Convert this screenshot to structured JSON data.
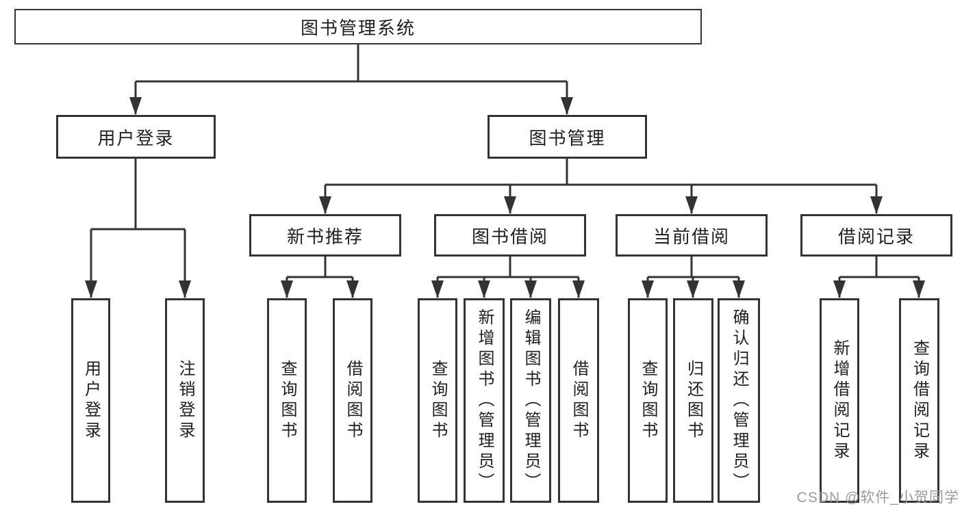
{
  "colors": {
    "line": "#333333",
    "box_border": "#333333",
    "box_fill": "#ffffff",
    "text": "#1f1f1f",
    "background": "#ffffff",
    "watermark": "#9b9b9b"
  },
  "tree": {
    "root": {
      "label": "图书管理系统"
    },
    "level1": [
      {
        "label": "用户登录",
        "children": [
          {
            "label": "用户登录"
          },
          {
            "label": "注销登录"
          }
        ]
      },
      {
        "label": "图书管理",
        "children": [
          {
            "label": "新书推荐",
            "children": [
              {
                "label": "查询图书"
              },
              {
                "label": "借阅图书"
              }
            ]
          },
          {
            "label": "图书借阅",
            "children": [
              {
                "label": "查询图书"
              },
              {
                "label": "新增图书（管理员）"
              },
              {
                "label": "编辑图书（管理员）"
              },
              {
                "label": "借阅图书"
              }
            ]
          },
          {
            "label": "当前借阅",
            "children": [
              {
                "label": "查询图书"
              },
              {
                "label": "归还图书"
              },
              {
                "label": "确认归还（管理员）"
              }
            ]
          },
          {
            "label": "借阅记录",
            "children": [
              {
                "label": "新增借阅记录"
              },
              {
                "label": "查询借阅记录"
              }
            ]
          }
        ]
      }
    ]
  },
  "watermark": {
    "text": "CSDN @软件_小贺同学"
  }
}
